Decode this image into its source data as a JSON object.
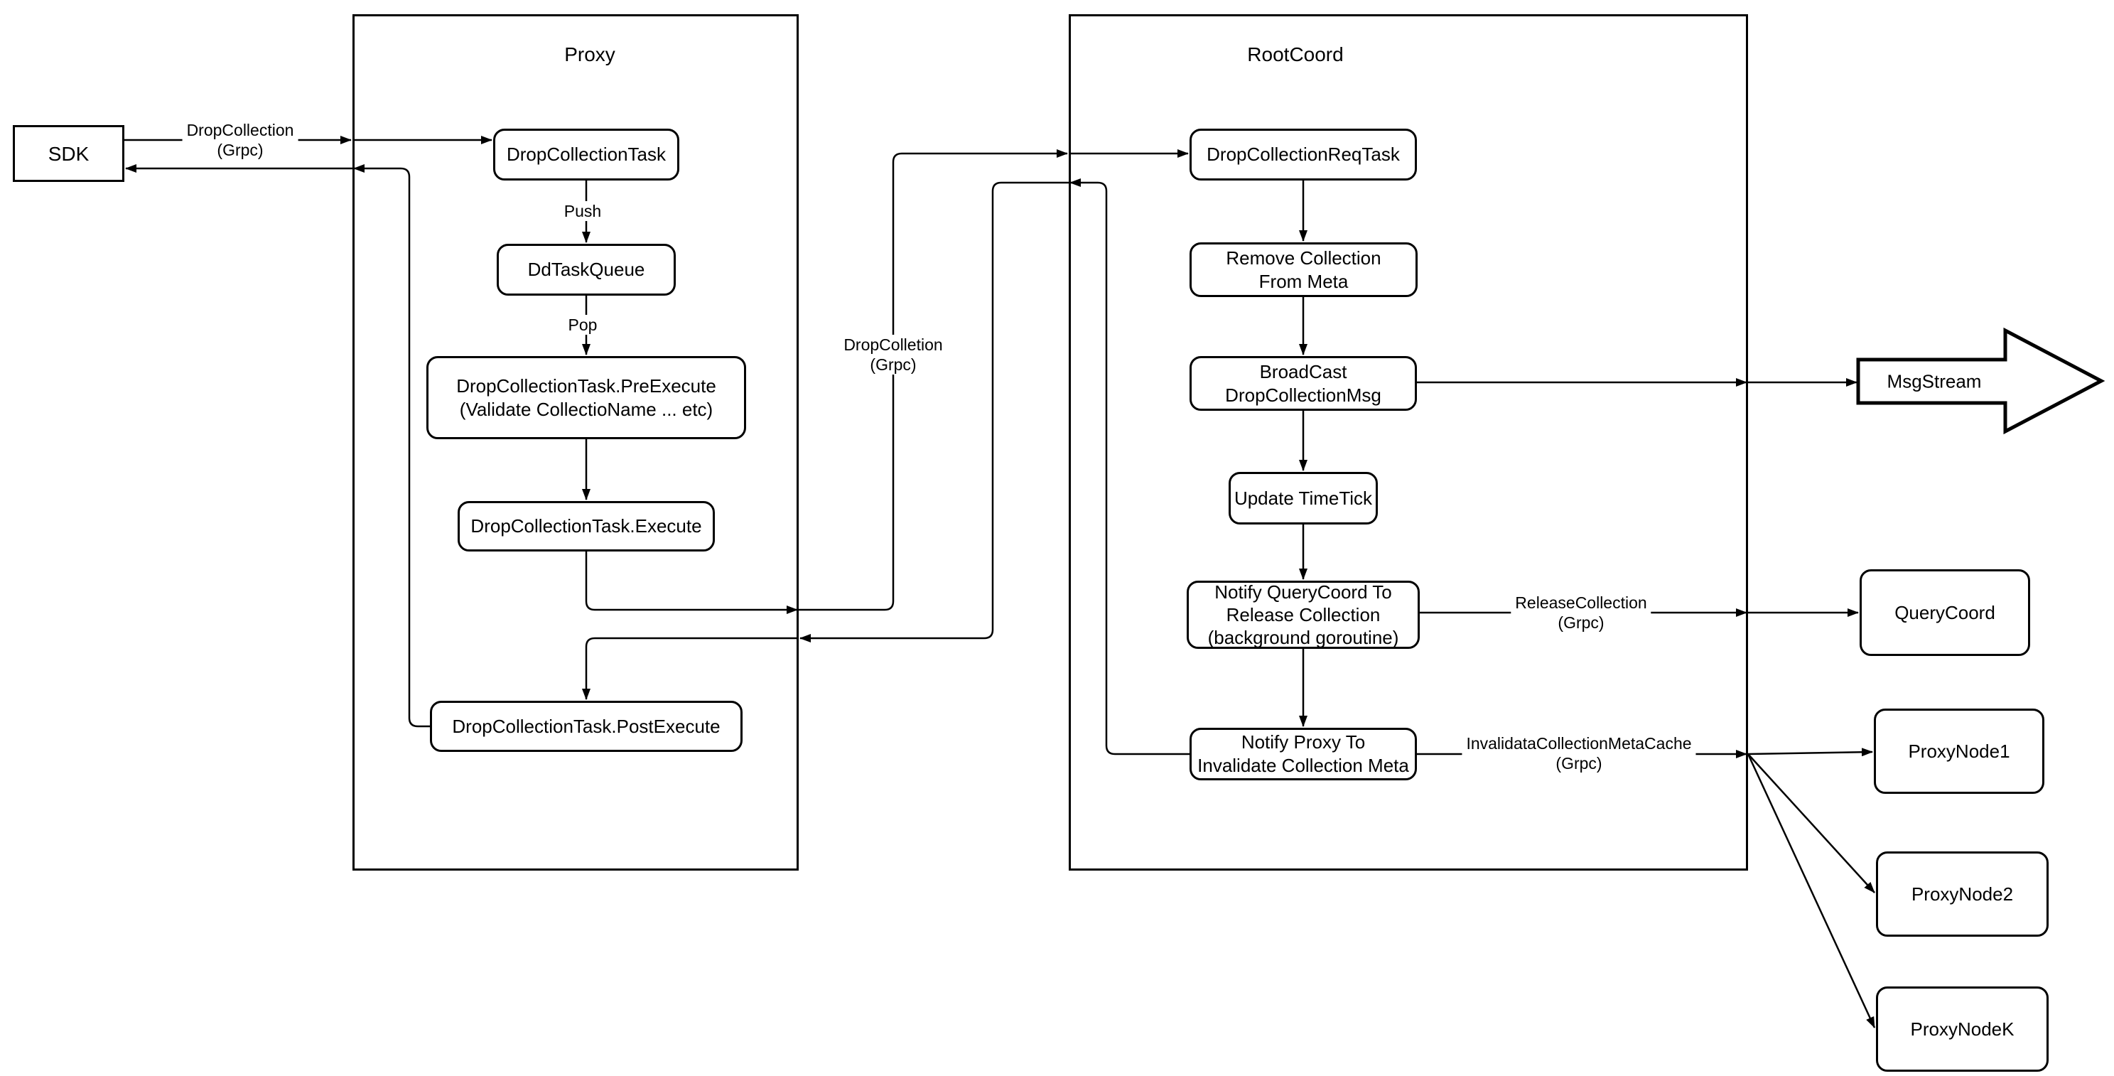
{
  "colors": {
    "stroke": "#000000",
    "background": "#ffffff"
  },
  "sdk": {
    "label": "SDK"
  },
  "proxy": {
    "title": "Proxy",
    "drop_collection_task": "DropCollectionTask",
    "dd_task_queue": "DdTaskQueue",
    "pre_execute": [
      "DropCollectionTask.PreExecute",
      "(Validate CollectioName ... etc)"
    ],
    "execute": "DropCollectionTask.Execute",
    "post_execute": "DropCollectionTask.PostExecute"
  },
  "rootcoord": {
    "title": "RootCoord",
    "drop_collection_req_task": "DropCollectionReqTask",
    "remove_collection_from_meta": [
      "Remove Collection",
      "From Meta"
    ],
    "broadcast_drop_collection_msg": [
      "BroadCast",
      "DropCollectionMsg"
    ],
    "update_timetick": "Update TimeTick",
    "notify_querycoord": [
      "Notify QueryCoord To",
      "Release Collection",
      "(background goroutine)"
    ],
    "notify_proxy": [
      "Notify Proxy To",
      "Invalidate Collection Meta"
    ]
  },
  "external": {
    "msgstream": "MsgStream",
    "querycoord": "QueryCoord",
    "proxynode1": "ProxyNode1",
    "proxynode2": "ProxyNode2",
    "proxynodek": "ProxyNodeK"
  },
  "edge_labels": {
    "sdk_to_proxy": [
      "DropCollection",
      "(Grpc)"
    ],
    "push": "Push",
    "pop": "Pop",
    "proxy_to_rootcoord": [
      "DropColletion",
      "(Grpc)"
    ],
    "release_collection": [
      "ReleaseCollection",
      "(Grpc)"
    ],
    "invalidate_collection_meta_cache": [
      "InvalidataCollectionMetaCache",
      "(Grpc)"
    ]
  }
}
